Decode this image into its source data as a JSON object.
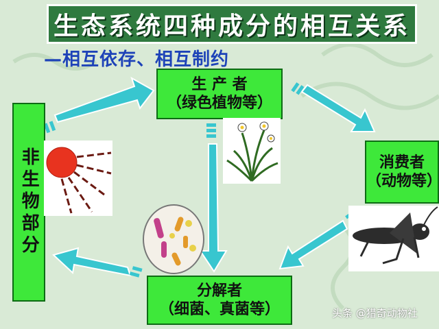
{
  "title": "生态系统四种成分的相互关系",
  "subtitle": "—相互依存、相互制约",
  "nodes": {
    "producer": {
      "name": "生 产 者",
      "detail": "（绿色植物等）"
    },
    "consumer": {
      "name": "消费者",
      "detail": "（动物等）"
    },
    "decomposer": {
      "name": "分解者",
      "detail": "（细菌、真菌等）"
    },
    "abiotic": {
      "name": "非生物部分"
    }
  },
  "watermark": "头条 @猎奇动物社",
  "colors": {
    "title_bg": "#2f7a3f",
    "box_fill": "#3ee83a",
    "arrow": "#38c6cf",
    "subtitle_text": "#1e43b8",
    "background": "#d9ead6"
  }
}
